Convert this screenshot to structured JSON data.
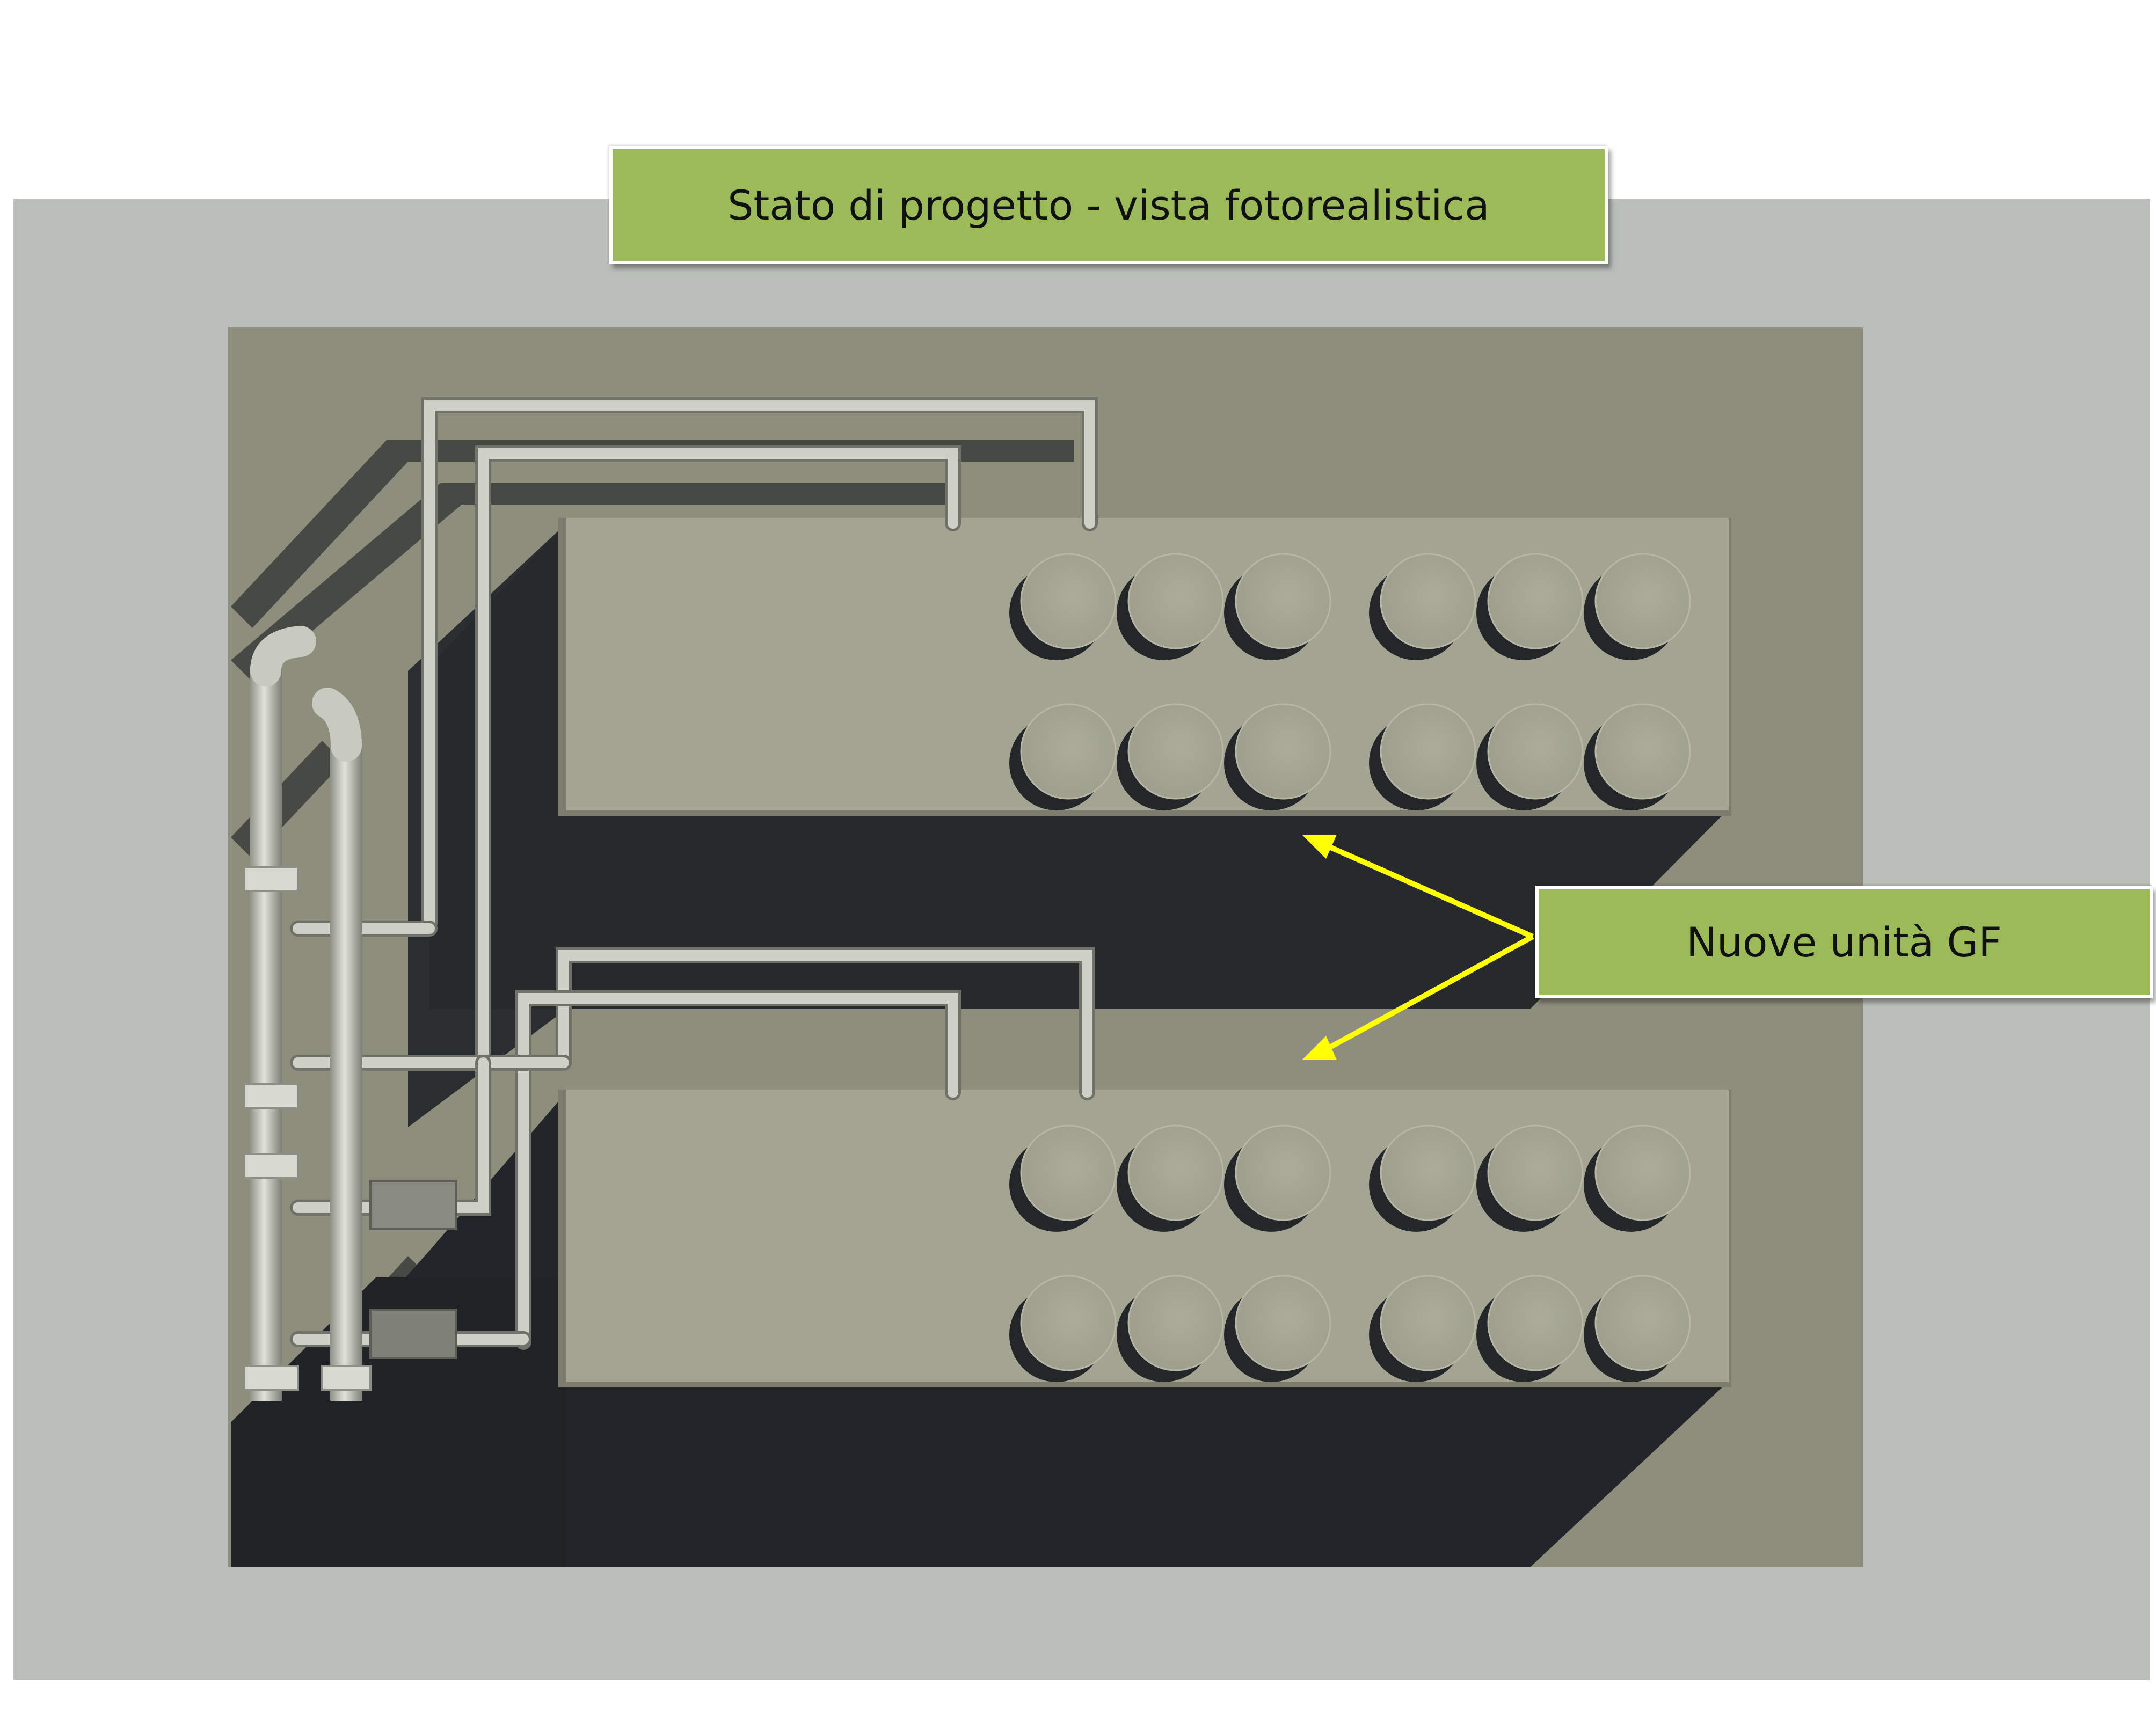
{
  "title": {
    "text": "Stato di progetto - vista fotorealistica"
  },
  "callout": {
    "text": "Nuove unità GF"
  },
  "colors": {
    "paper": "#ffffff",
    "outer_ground": "#b9bfb8",
    "inner_ground": "#8e8e7c",
    "unit_top": "#a3a492",
    "unit_side": "#7c7d6c",
    "fan_face": "#a5a694",
    "shadow": "#23272a",
    "pipe": "#c6c7bd",
    "label_green": "#9bbb59",
    "arrow": "#ffff00"
  },
  "scene": {
    "units": [
      {
        "name": "unit-upper",
        "fan_rows": 2,
        "fans_per_row": 6
      },
      {
        "name": "unit-lower",
        "fan_rows": 2,
        "fans_per_row": 6
      }
    ]
  },
  "icons": {
    "arrow": "yellow-arrow-icon",
    "fan": "fan-icon"
  }
}
